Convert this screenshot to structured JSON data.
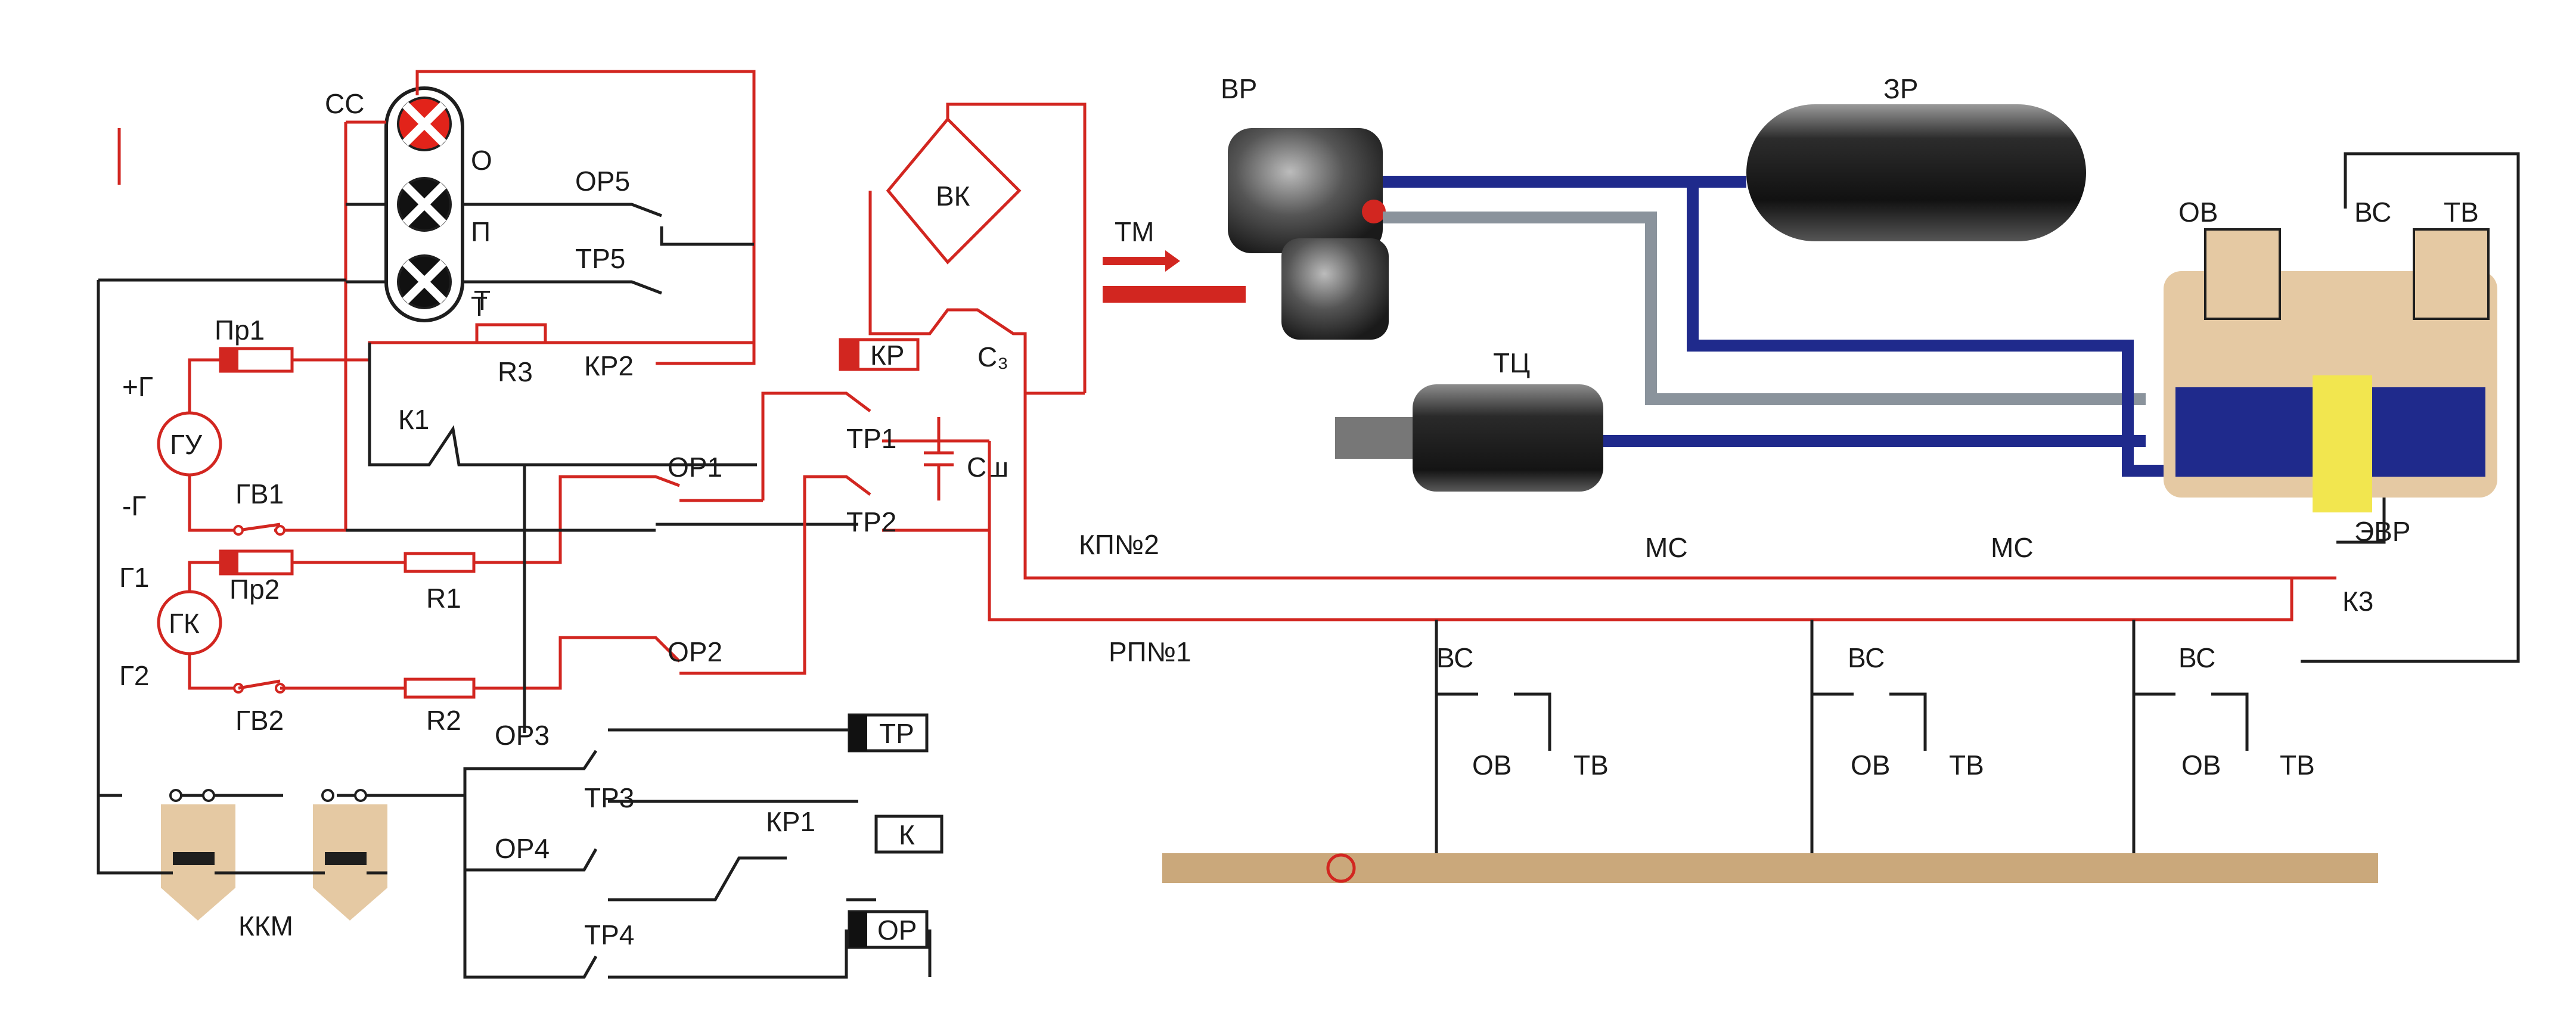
{
  "colors": {
    "wire_black": "#1e1e1e",
    "wire_red": "#d22620",
    "pipe_navy": "#1f2a8c",
    "pipe_gray": "#8a939c",
    "relay_fill": "#ffffff",
    "base_beige": "#e5c9a3",
    "rail_beige": "#caa87b"
  },
  "signal": {
    "label": "СС",
    "lamps": [
      {
        "label": "О",
        "state": "on",
        "color": "#e2231a"
      },
      {
        "label": "П",
        "state": "off",
        "color": "#111111"
      },
      {
        "label": "Т",
        "state": "off",
        "color": "#111111"
      }
    ]
  },
  "labels": {
    "or5": "ОР5",
    "tr5": "ТР5",
    "r3": "R3",
    "kr2": "КР2",
    "k1": "К1",
    "pr1": "Пр1",
    "plus_g": "+Г",
    "gu": "ГУ",
    "minus_g": "-Г",
    "gv1": "ГВ1",
    "g1": "Г1",
    "pr2": "Пр2",
    "gk": "ГК",
    "g2": "Г2",
    "gv2": "ГВ2",
    "r1": "R1",
    "r2": "R2",
    "or1": "ОР1",
    "or2": "ОР2",
    "tr1": "ТР1",
    "tr2": "ТР2",
    "csh": "Сш",
    "vk": "ВК",
    "kr": "КР",
    "c3": "С₃",
    "or3": "ОР3",
    "tr3": "ТР3",
    "or4": "ОР4",
    "tr4": "ТР4",
    "kr1": "КР1",
    "relay_tr": "ТР",
    "relay_k": "К",
    "relay_or": "ОР",
    "kkm": "ККМ",
    "kp2": "КП№2",
    "rp1": "РП№1",
    "ms": "МС",
    "k3": "К3",
    "vr": "ВР",
    "zr": "ЗР",
    "tm": "ТМ",
    "tc": "ТЦ",
    "evr": "ЭВР",
    "ov": "ОВ",
    "vs": "ВС",
    "tv": "ТВ"
  }
}
